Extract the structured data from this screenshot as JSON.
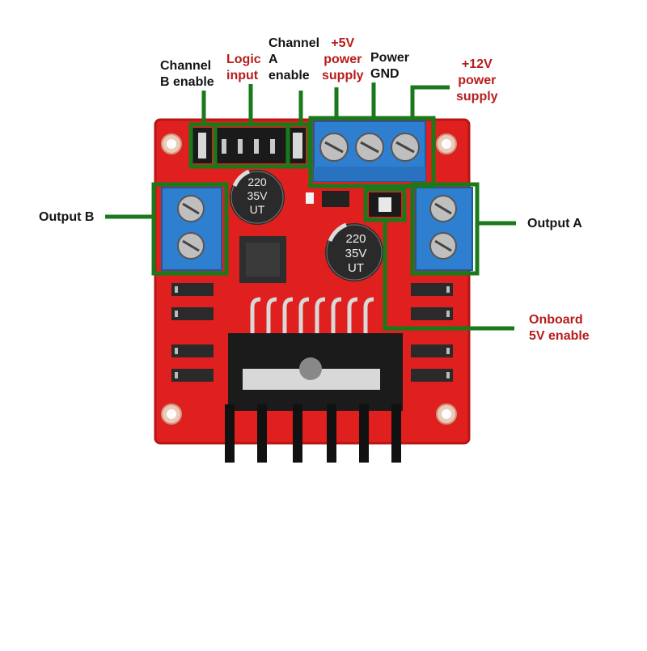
{
  "board": {
    "capacitor_label": [
      "220",
      "35V",
      "UT"
    ]
  },
  "labels": {
    "channel_b_enable": [
      "Channel",
      "B enable"
    ],
    "logic_input": [
      "Logic",
      "input"
    ],
    "channel_a_enable": [
      "Channel",
      "A",
      "enable"
    ],
    "plus5v_supply": [
      "+5V",
      "power",
      "supply"
    ],
    "power_gnd": [
      "Power",
      "GND"
    ],
    "plus12v_supply": [
      "+12V",
      "power",
      "supply"
    ],
    "output_b": "Output B",
    "output_a": "Output A",
    "onboard_5v_enable": [
      "Onboard",
      "5V enable"
    ]
  },
  "colors": {
    "board": "#e01f1f",
    "board_dark": "#b81515",
    "terminal": "#2f7fd0",
    "highlight": "#1a7a1a",
    "label_black": "#141414",
    "label_red": "#b71c1c",
    "heatsink": "#1b1b1b",
    "capacitor": "#2a2a2a"
  }
}
